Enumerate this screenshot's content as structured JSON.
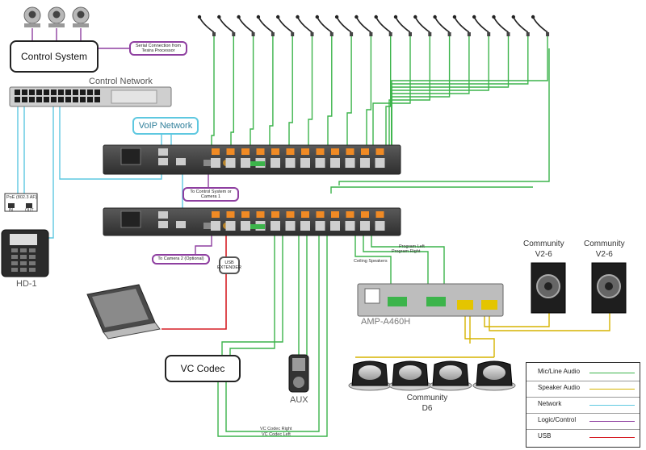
{
  "labels": {
    "control_system": "Control System",
    "serial_note": "Serial Connection from Tesira Processor",
    "control_network": "Control Network",
    "voip_network": "VoIP Network",
    "to_control_camera": "To Control System or Camera 1",
    "to_camera2": "To Camera 2 (Optional)",
    "usb_extender": "USB EXTENDER",
    "poe": "PoE (802.3 AF)",
    "poe_in": "IN",
    "poe_out": "OUT",
    "hd1": "HD-1",
    "vc_codec": "VC Codec",
    "aux": "AUX",
    "program_left": "Program Left",
    "program_right": "Program Right",
    "ceiling_speakers": "Ceiling Speakers",
    "amp_model": "AMP-A460H",
    "community_v2_left": "Community\nV2-6",
    "community_v2_right": "Community\nV2-6",
    "community_d6": "Community\nD6",
    "vc_codec_right": "VC Codec Right",
    "vc_codec_left": "VC Codec Left"
  },
  "legend": [
    {
      "label": "Mic/Line Audio",
      "color": "#3cb44b"
    },
    {
      "label": "Speaker Audio",
      "color": "#d6b400"
    },
    {
      "label": "Network",
      "color": "#5ec8e0"
    },
    {
      "label": "Logic/Control",
      "color": "#8e3fa0"
    },
    {
      "label": "USB",
      "color": "#d61f26"
    }
  ],
  "colors": {
    "mic_line": "#3cb44b",
    "speaker": "#d6b400",
    "network": "#5ec8e0",
    "logic": "#8e3fa0",
    "usb": "#d61f26"
  }
}
